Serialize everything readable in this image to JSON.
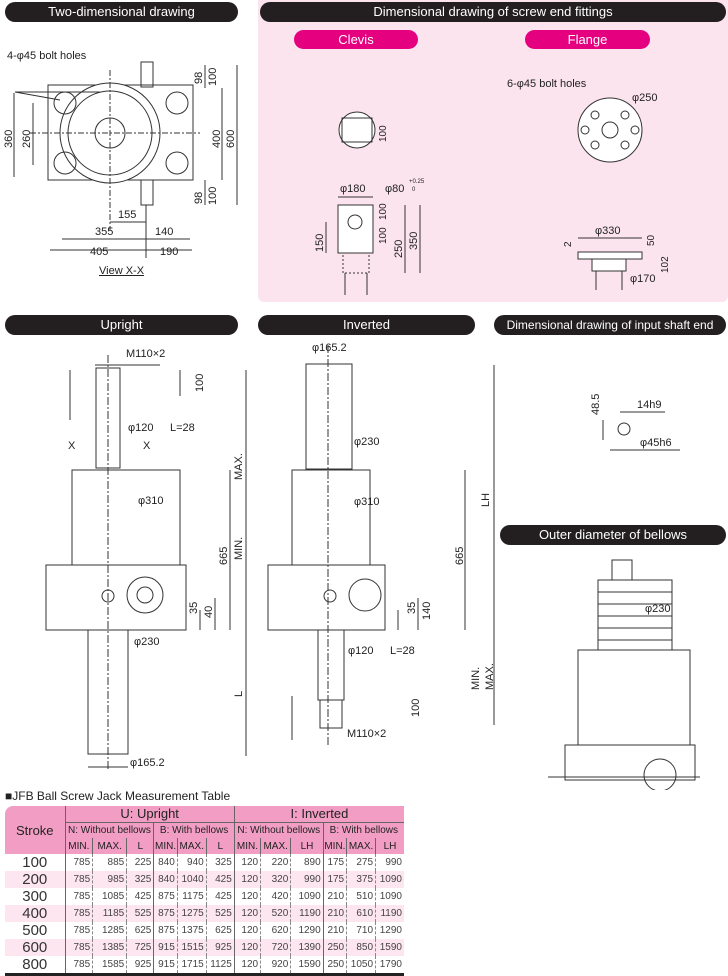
{
  "headers": {
    "two_dim": "Two-dimensional drawing",
    "fittings": "Dimensional drawing of screw end fittings",
    "clevis": "Clevis",
    "flange": "Flange",
    "upright": "Upright",
    "inverted": "Inverted",
    "input_shaft": "Dimensional drawing of input shaft end",
    "bellows": "Outer diameter of bellows"
  },
  "two_dim": {
    "bolt": "4-φ45 bolt holes",
    "d360": "360",
    "d260": "260",
    "d98a": "98",
    "d100a": "100",
    "d400": "400",
    "d600": "600",
    "d98b": "98",
    "d100b": "100",
    "d155": "155",
    "d355": "355",
    "d140": "140",
    "d405": "405",
    "d190": "190",
    "view": "View X-X"
  },
  "clevis": {
    "d100top": "100",
    "d180": "φ180",
    "d80": "φ80",
    "tol_up": "+0.25",
    "tol_low": "0",
    "d100a": "100",
    "d100b": "100",
    "d150": "150",
    "d250": "250",
    "d350": "350"
  },
  "flange": {
    "bolt": "6-φ45 bolt holes",
    "d250": "φ250",
    "d330": "φ330",
    "d2": "2",
    "d50": "50",
    "d102": "102",
    "d170": "φ170"
  },
  "upright": {
    "m110": "M110×2",
    "d100": "100",
    "d120": "φ120",
    "l28": "L=28",
    "x1": "X",
    "x2": "X",
    "d310": "φ310",
    "max": "MAX.",
    "min": "MIN.",
    "d665": "665",
    "d35": "35",
    "d40": "40",
    "d230": "φ230",
    "l": "L",
    "d165": "φ165.2"
  },
  "inverted": {
    "d165": "φ165.2",
    "d230": "φ230",
    "d310": "φ310",
    "lh": "LH",
    "d665": "665",
    "d35": "35",
    "d140": "140",
    "d120": "φ120",
    "l28": "L=28",
    "min": "MIN.",
    "max": "MAX.",
    "d100": "100",
    "m110": "M110×2"
  },
  "input_shaft": {
    "d485": "48.5",
    "d14": "14h9",
    "d45": "φ45h6"
  },
  "bellows": {
    "d230": "φ230"
  },
  "table": {
    "title": "■JFB Ball Screw Jack Measurement Table",
    "stroke": "Stroke",
    "upright": "U: Upright",
    "inverted": "I: Inverted",
    "n": "N: Without bellows",
    "b": "B: With bellows",
    "min": "MIN.",
    "max": "MAX.",
    "l": "L",
    "lh": "LH",
    "rows": [
      [
        "100",
        "785",
        "885",
        "225",
        "840",
        "940",
        "325",
        "120",
        "220",
        "890",
        "175",
        "275",
        "990"
      ],
      [
        "200",
        "785",
        "985",
        "325",
        "840",
        "1040",
        "425",
        "120",
        "320",
        "990",
        "175",
        "375",
        "1090"
      ],
      [
        "300",
        "785",
        "1085",
        "425",
        "875",
        "1175",
        "425",
        "120",
        "420",
        "1090",
        "210",
        "510",
        "1090"
      ],
      [
        "400",
        "785",
        "1185",
        "525",
        "875",
        "1275",
        "525",
        "120",
        "520",
        "1190",
        "210",
        "610",
        "1190"
      ],
      [
        "500",
        "785",
        "1285",
        "625",
        "875",
        "1375",
        "625",
        "120",
        "620",
        "1290",
        "210",
        "710",
        "1290"
      ],
      [
        "600",
        "785",
        "1385",
        "725",
        "915",
        "1515",
        "925",
        "120",
        "720",
        "1390",
        "250",
        "850",
        "1590"
      ],
      [
        "800",
        "785",
        "1585",
        "925",
        "915",
        "1715",
        "1125",
        "120",
        "920",
        "1590",
        "250",
        "1050",
        "1790"
      ]
    ]
  }
}
